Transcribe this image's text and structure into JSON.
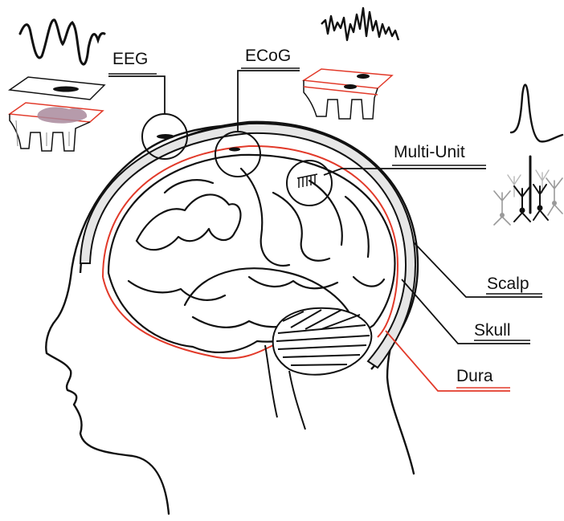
{
  "labels": {
    "eeg": "EEG",
    "ecog": "ECoG",
    "multi_unit": "Multi-Unit",
    "scalp": "Scalp",
    "skull": "Skull",
    "dura": "Dura"
  },
  "colors": {
    "outline": "#111111",
    "dura": "#e23a2a",
    "skull_fill": "#e6e6e6",
    "cortex_blob": "#a98a9c",
    "neuron_gray": "#9a9a9a",
    "background": "#ffffff"
  }
}
